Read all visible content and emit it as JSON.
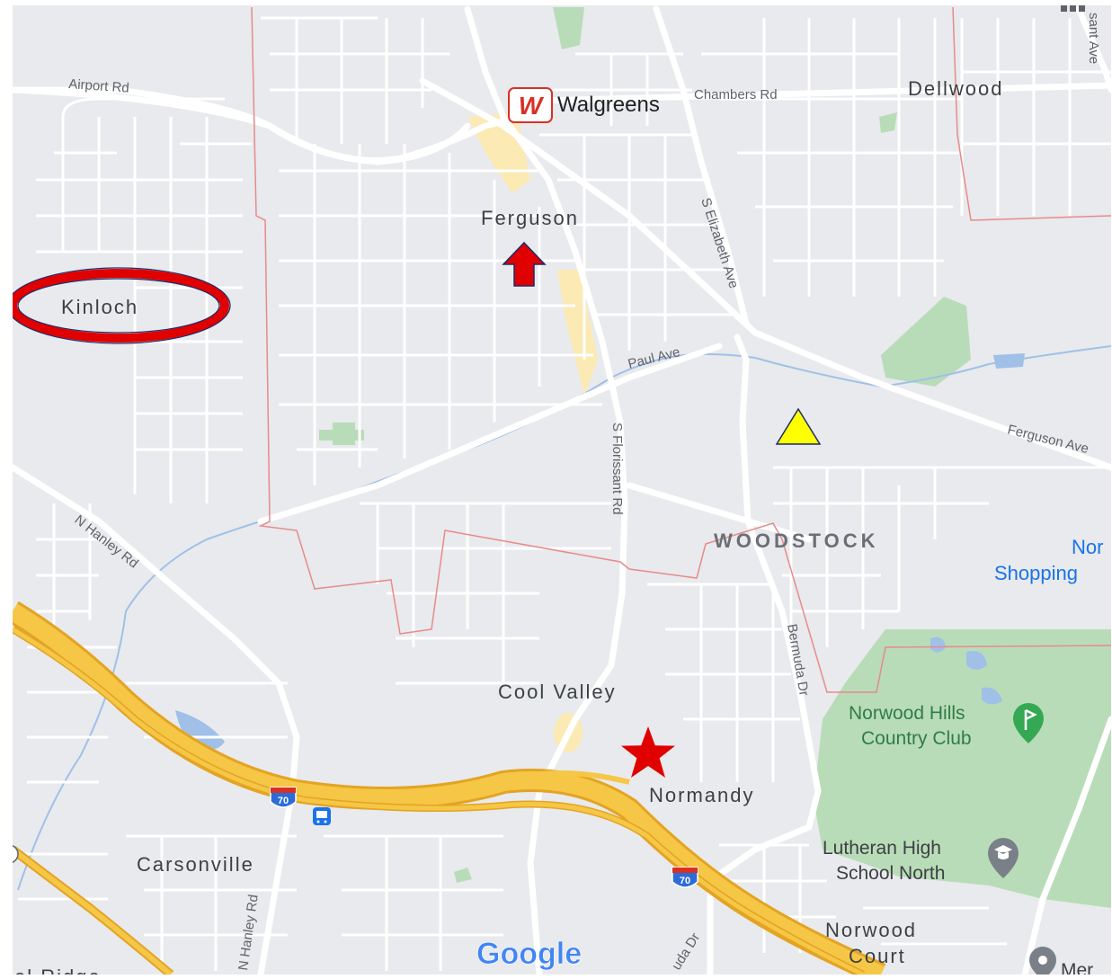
{
  "map": {
    "places": {
      "ferguson": "Ferguson",
      "kinloch": "Kinloch",
      "woodstock": "WOODSTOCK",
      "cool_valley": "Cool Valley",
      "normandy": "Normandy",
      "carsonville": "Carsonville",
      "dellwood": "Dellwood",
      "norwood_court_1": "Norwood",
      "norwood_court_2": "Court",
      "el_ridge": "el Ridge"
    },
    "roads": {
      "airport_rd": "Airport Rd",
      "chambers_rd": "Chambers Rd",
      "s_elizabeth_ave": "S Elizabeth Ave",
      "paul_ave": "Paul Ave",
      "ferguson_ave": "Ferguson Ave",
      "s_florissant_rd": "S Florissant Rd",
      "n_hanley_rd_upper": "N Hanley Rd",
      "n_hanley_rd_lower": "N Hanley Rd",
      "bermuda_dr": "Bermuda Dr",
      "bermuda_dr_lower": "uda Dr",
      "sant_ave": "sant Ave"
    },
    "pois": {
      "walgreens": "Walgreens",
      "walgreens_logo": "W",
      "norwood_hills_1": "Norwood Hills",
      "norwood_hills_2": "Country Club",
      "lutheran_1": "Lutheran High",
      "lutheran_2": "School North",
      "shopping_1": "Nor",
      "shopping_2": "Shopping",
      "mer": "Mer"
    },
    "shields": {
      "i70_left": "70",
      "i70_right": "70"
    },
    "attribution": "Google",
    "colors": {
      "land": "#e8eaed",
      "street": "#ffffff",
      "highway": "#f6c646",
      "highway_edge": "#e3a423",
      "park": "#b9dcb8",
      "water": "#a0c0e8",
      "boundary": "#e88a8a",
      "commercial": "#fbeab4",
      "kinloch_ellipse": "#e00000",
      "arrow_marker": "#e00000",
      "triangle_marker": "#ffff00",
      "star_marker": "#e00000"
    },
    "icons": {
      "walgreens": "walgreens-logo-icon",
      "golf": "golf-pin-icon",
      "school": "school-pin-icon",
      "place_pin": "place-pin-icon",
      "transit": "transit-icon",
      "highway": "interstate-shield-icon"
    }
  }
}
